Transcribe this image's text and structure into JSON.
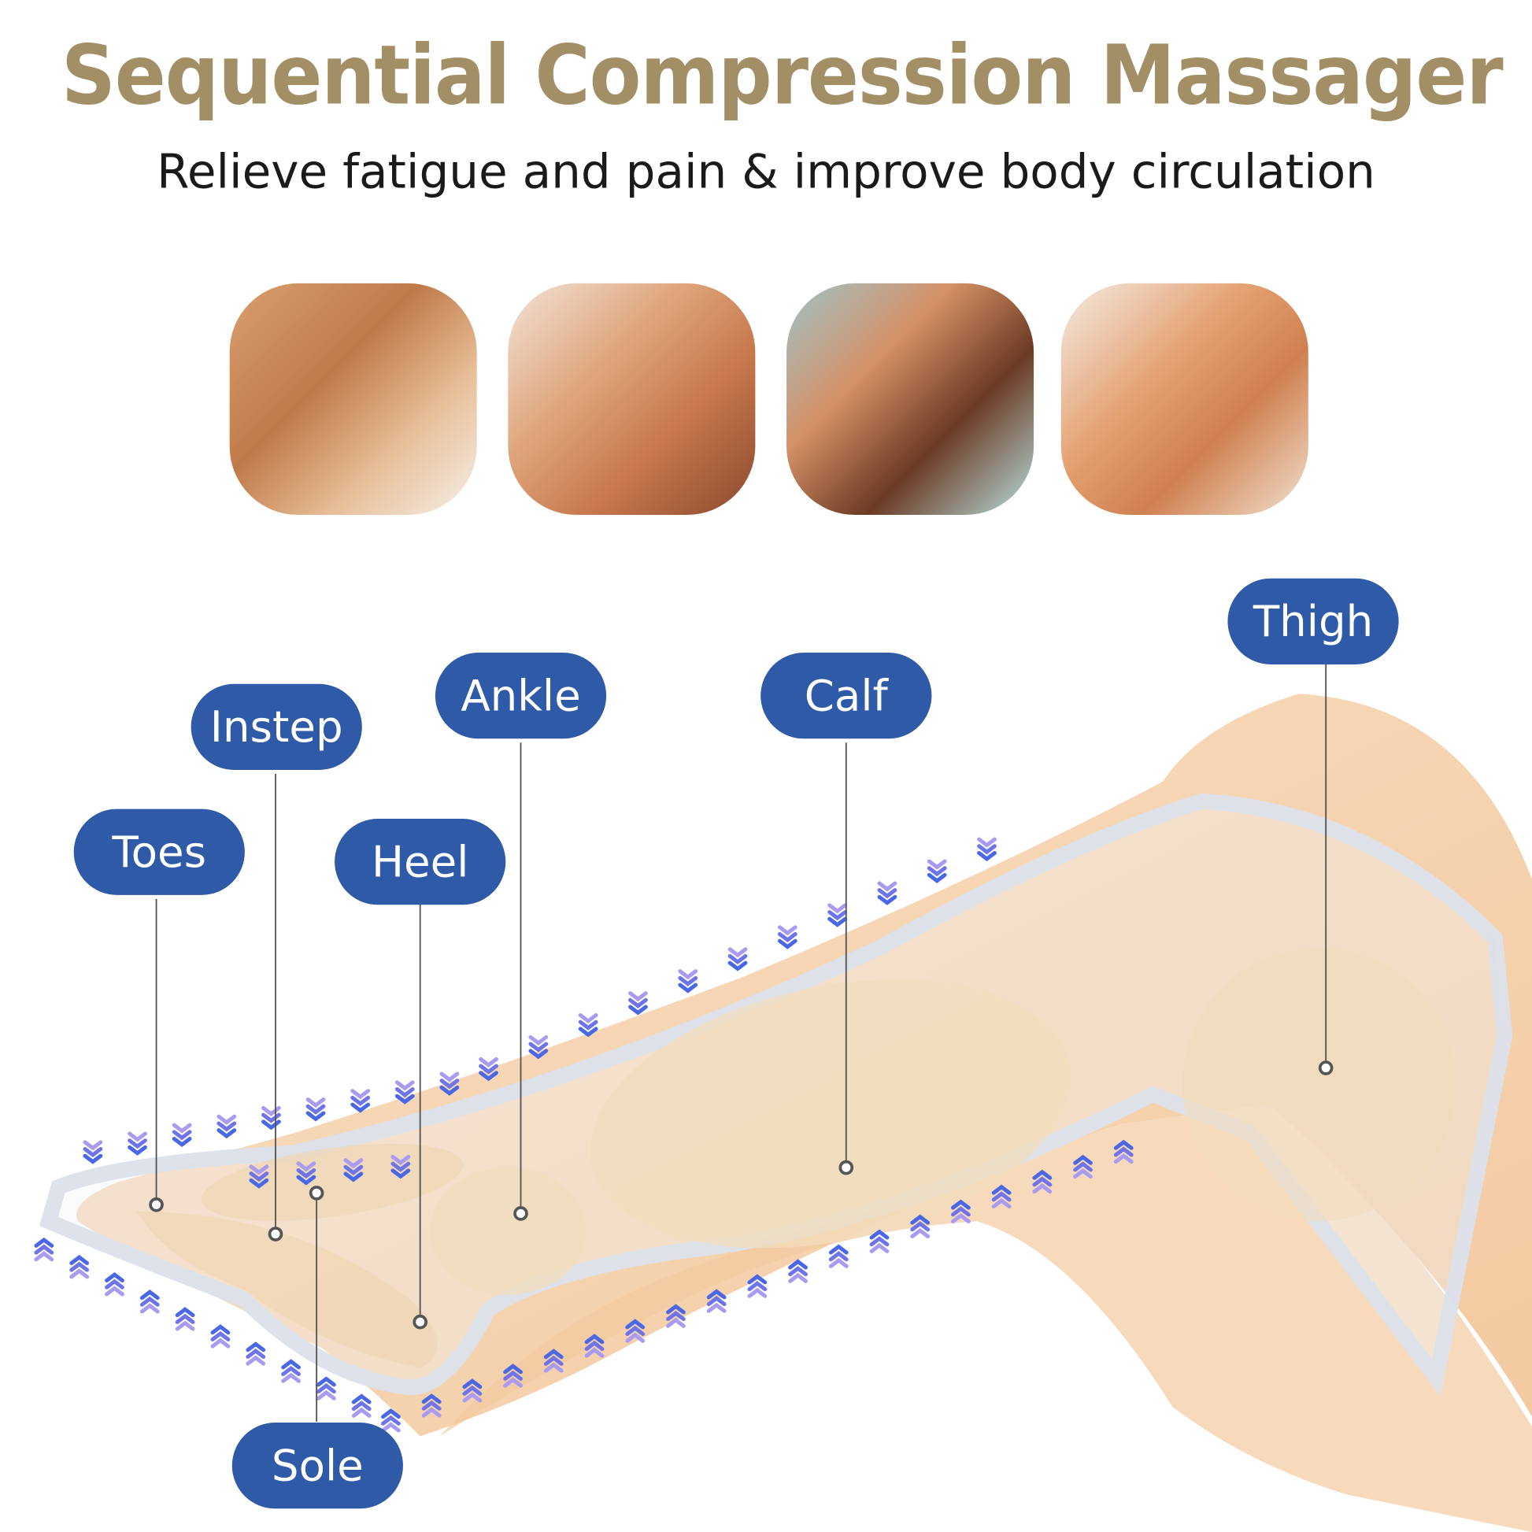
{
  "header": {
    "title": "Sequential Compression Massager",
    "subtitle": "Relieve fatigue and pain & improve body circulation"
  },
  "photos": [
    {
      "name": "calf-massage-photo"
    },
    {
      "name": "foot-massage-photo"
    },
    {
      "name": "sole-massage-photo"
    },
    {
      "name": "leg-massage-photo"
    }
  ],
  "labels": {
    "thigh": "Thigh",
    "calf": "Calf",
    "ankle": "Ankle",
    "instep": "Instep",
    "heel": "Heel",
    "toes": "Toes",
    "sole": "Sole"
  },
  "colors": {
    "title": "#a38f66",
    "pill": "#2f5aa8",
    "arrow": "#5b6ee8",
    "skin": "#f6d2aa"
  }
}
